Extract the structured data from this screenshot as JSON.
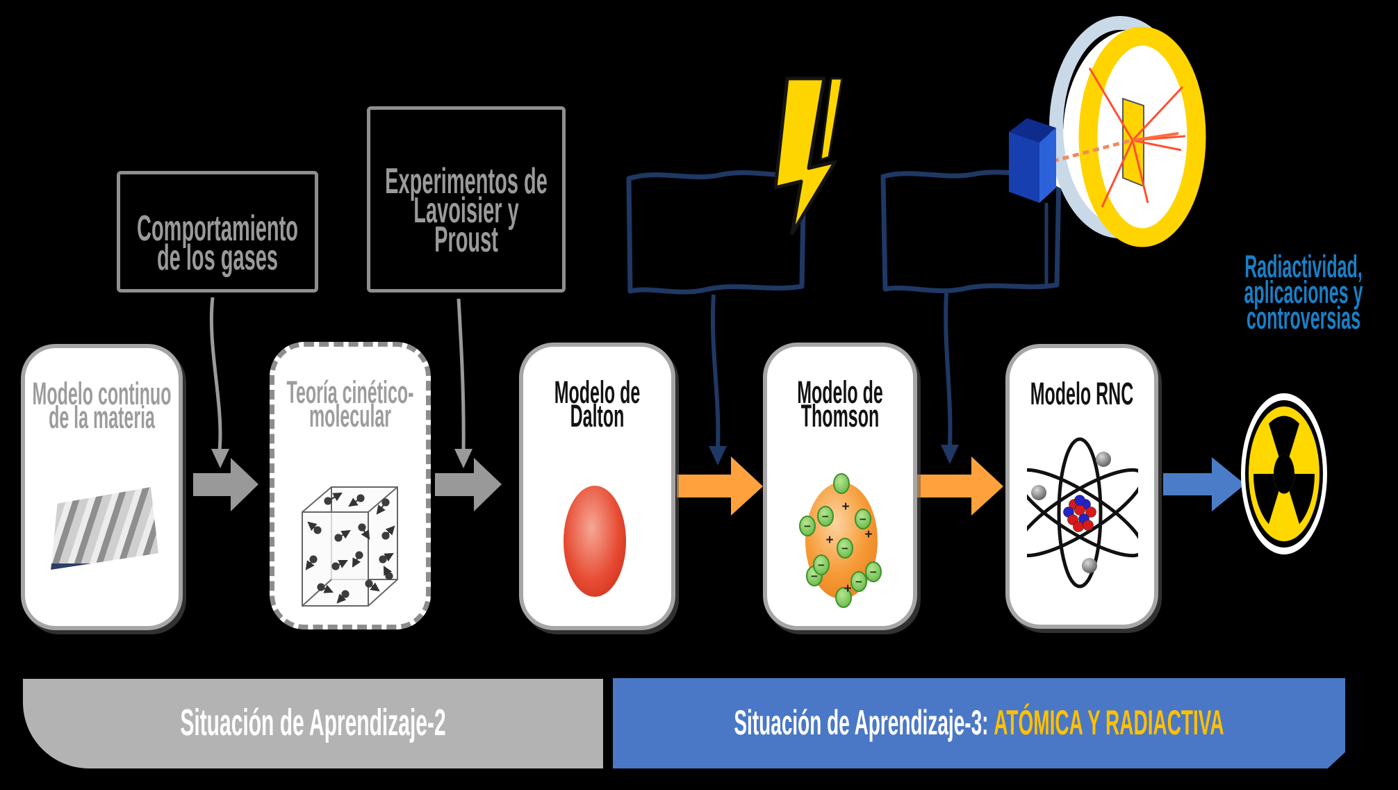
{
  "annotations": {
    "gas": {
      "lines": [
        "Comportamiento",
        "de los gases"
      ]
    },
    "experiments": {
      "lines": [
        "Experimentos de",
        "Lavoisier y",
        "Proust"
      ]
    }
  },
  "cards": [
    {
      "id": "continuous-matter-model",
      "lines": [
        "Modelo continuo",
        "de la materia"
      ]
    },
    {
      "id": "kinetic-molecular-theory",
      "lines": [
        "Teoría cinético-",
        "molecular"
      ]
    },
    {
      "id": "dalton-model",
      "lines": [
        "Modelo de",
        "Dalton"
      ]
    },
    {
      "id": "thomson-model",
      "lines": [
        "Modelo de",
        "Thomson"
      ]
    },
    {
      "id": "rnc-model",
      "lines": [
        "Modelo RNC"
      ]
    }
  ],
  "note": {
    "lines": [
      "Radiactividad,",
      "aplicaciones y",
      "controversias"
    ]
  },
  "footer": {
    "sa2": "Situación de Aprendizaje-2",
    "sa3_prefix": "Situación de Aprendizaje-3:",
    "sa3_highlight": "ATÓMICA Y RADIACTIVA"
  },
  "symbols": {
    "minus": "−",
    "plus": "+"
  },
  "icons": [
    "lightning-bolt-icon",
    "rutherford-experiment-icon",
    "radiation-trefoil-icon",
    "matter-slab-image",
    "kinetic-cube-image",
    "dalton-sphere-image",
    "thomson-atom-image",
    "rnc-atom-image"
  ],
  "colors": {
    "navy": "#1f3864",
    "connector_gray": "#999999",
    "arrow_orange": "#ffa23e",
    "arrow_blue": "#4a7cc7",
    "bar_gray": "#b3b3b3",
    "bar_blue": "#4a78c6",
    "highlight_yellow": "#ffc000",
    "note_blue": "#1b7fc6",
    "bolt_yellow": "#ffd500",
    "radiation_yellow": "#ffd800"
  }
}
